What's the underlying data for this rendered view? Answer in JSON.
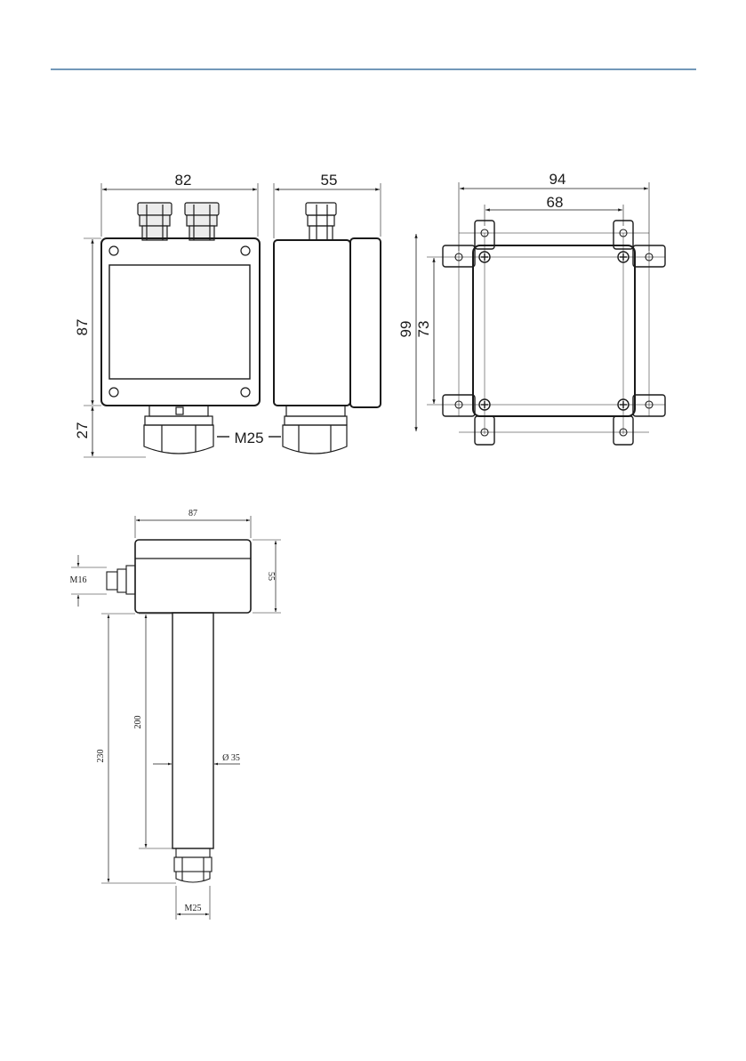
{
  "colors": {
    "header_rule": "#1f5b8f",
    "ink": "#1a1a1a",
    "housing_fill": "#f2f2f2",
    "gland_fill": "#ececec"
  },
  "front_view": {
    "width": "82",
    "height": "87",
    "gland_height": "27",
    "gland_thread": "M25"
  },
  "side_view": {
    "depth": "55"
  },
  "mounting_view": {
    "outer_width": "94",
    "inner_width": "68",
    "outer_height": "99",
    "inner_height": "73"
  },
  "duct_view": {
    "housing_width": "87",
    "housing_depth": "55",
    "side_gland": "M16",
    "probe_length": "200",
    "total_length": "230",
    "probe_diameter": "Ø 35",
    "probe_thread": "M25"
  }
}
